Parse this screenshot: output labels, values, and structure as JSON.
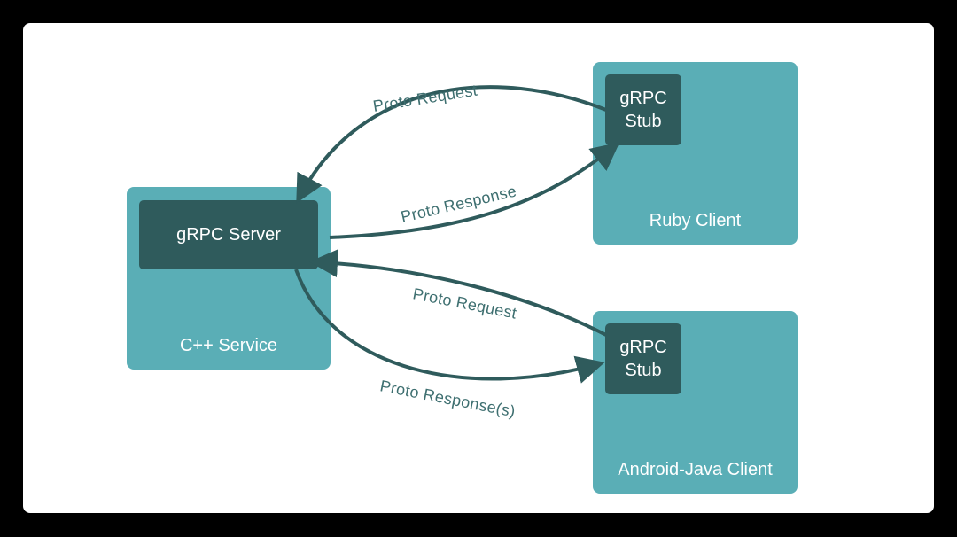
{
  "colors": {
    "background": "#000000",
    "canvas": "#ffffff",
    "panel": "#5aaeb6",
    "box": "#2f5b5c",
    "arrow": "#2f5b5c",
    "edge_label": "#3e6f70"
  },
  "nodes": {
    "cpp_service": {
      "label": "C++ Service",
      "box": "gRPC Server"
    },
    "ruby_client": {
      "label": "Ruby Client",
      "box_lines": [
        "gRPC",
        "Stub"
      ]
    },
    "android_client": {
      "label": "Android-Java Client",
      "box_lines": [
        "gRPC",
        "Stub"
      ]
    }
  },
  "edges": {
    "ruby_request": "Proto Request",
    "ruby_response": "Proto Response",
    "android_request": "Proto Request",
    "android_response": "Proto Response(s)"
  }
}
